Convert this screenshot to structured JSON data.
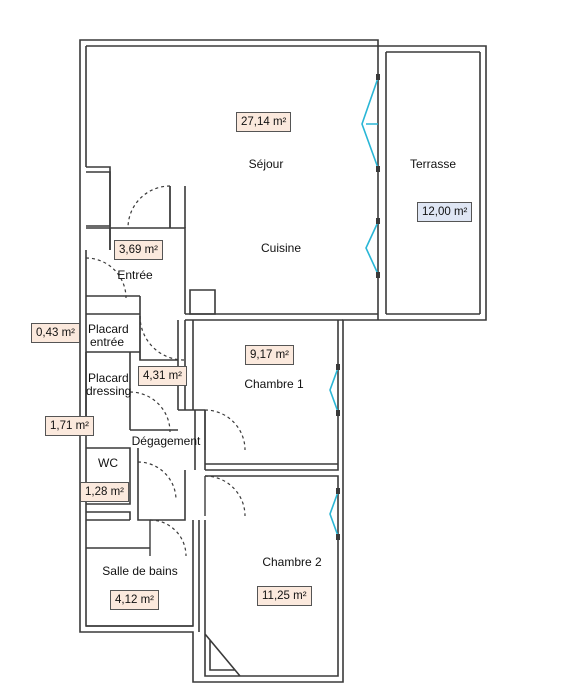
{
  "rooms": {
    "sejour": {
      "name": "Séjour",
      "area": "27,14 m²"
    },
    "cuisine": {
      "name": "Cuisine"
    },
    "terrasse": {
      "name": "Terrasse",
      "area": "12,00 m²"
    },
    "entree": {
      "name": "Entrée",
      "area": "3,69 m²"
    },
    "placard_entree": {
      "name_line1": "Placard",
      "name_line2": "entrée",
      "area": "0,43 m²"
    },
    "placard_dressing": {
      "name_line1": "Placard",
      "name_line2": "dressing",
      "area": "1,71 m²"
    },
    "degagement": {
      "name": "Dégagement",
      "area": "4,31 m²"
    },
    "wc": {
      "name": "WC",
      "area": "1,28 m²"
    },
    "salle_de_bains": {
      "name": "Salle de bains",
      "area": "4,12 m²"
    },
    "chambre1": {
      "name": "Chambre 1",
      "area": "9,17 m²"
    },
    "chambre2": {
      "name": "Chambre 2",
      "area": "11,25 m²"
    }
  },
  "colors": {
    "wall": "#3a3a3a",
    "window": "#29b6d6",
    "area_badge": "#fbe9dd",
    "terrace_badge": "#dfe6f4"
  }
}
